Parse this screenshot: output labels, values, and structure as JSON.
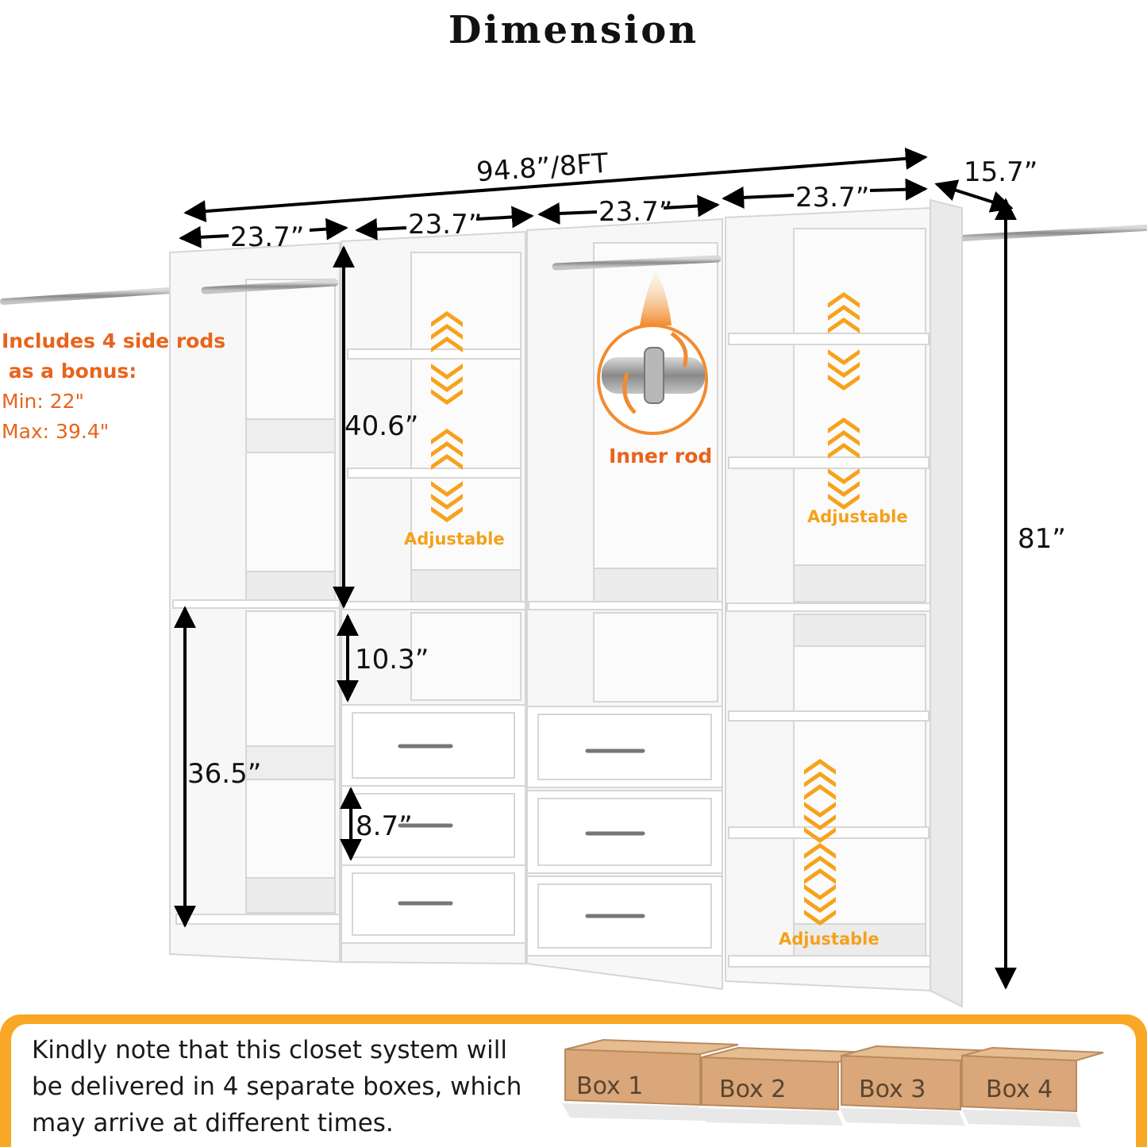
{
  "title": "Dimension",
  "dimensions": {
    "total_width": "94.8”/8FT",
    "depth": "15.7”",
    "section1_width": "23.7”",
    "section2_width": "23.7”",
    "section3_width": "23.7”",
    "section4_width": "23.7”",
    "upper_height": "40.6”",
    "lower_height": "36.5”",
    "open_space_height": "10.3”",
    "drawer_height": "8.7”",
    "total_height": "81”"
  },
  "side_rods_note": {
    "line1": "Includes 4 side rods",
    "line2": " as a bonus:",
    "min": "Min: 22\"",
    "max": "Max: 39.4\""
  },
  "inner_rod_label": "Inner rod",
  "adjustable_labels": [
    "Adjustable",
    "Adjustable",
    "Adjustable"
  ],
  "delivery_note": "Kindly note that this closet system will be delivered in 4 separate boxes, which may arrive at different times.",
  "boxes": [
    "Box 1",
    "Box 2",
    "Box 3",
    "Box 4"
  ],
  "colors": {
    "accent_orange": "#f9a825",
    "text_orange": "#e8641c",
    "adjustable_orange": "#f4a11c",
    "cabinet_white": "#ffffff",
    "cardboard": "#d9a77a"
  }
}
